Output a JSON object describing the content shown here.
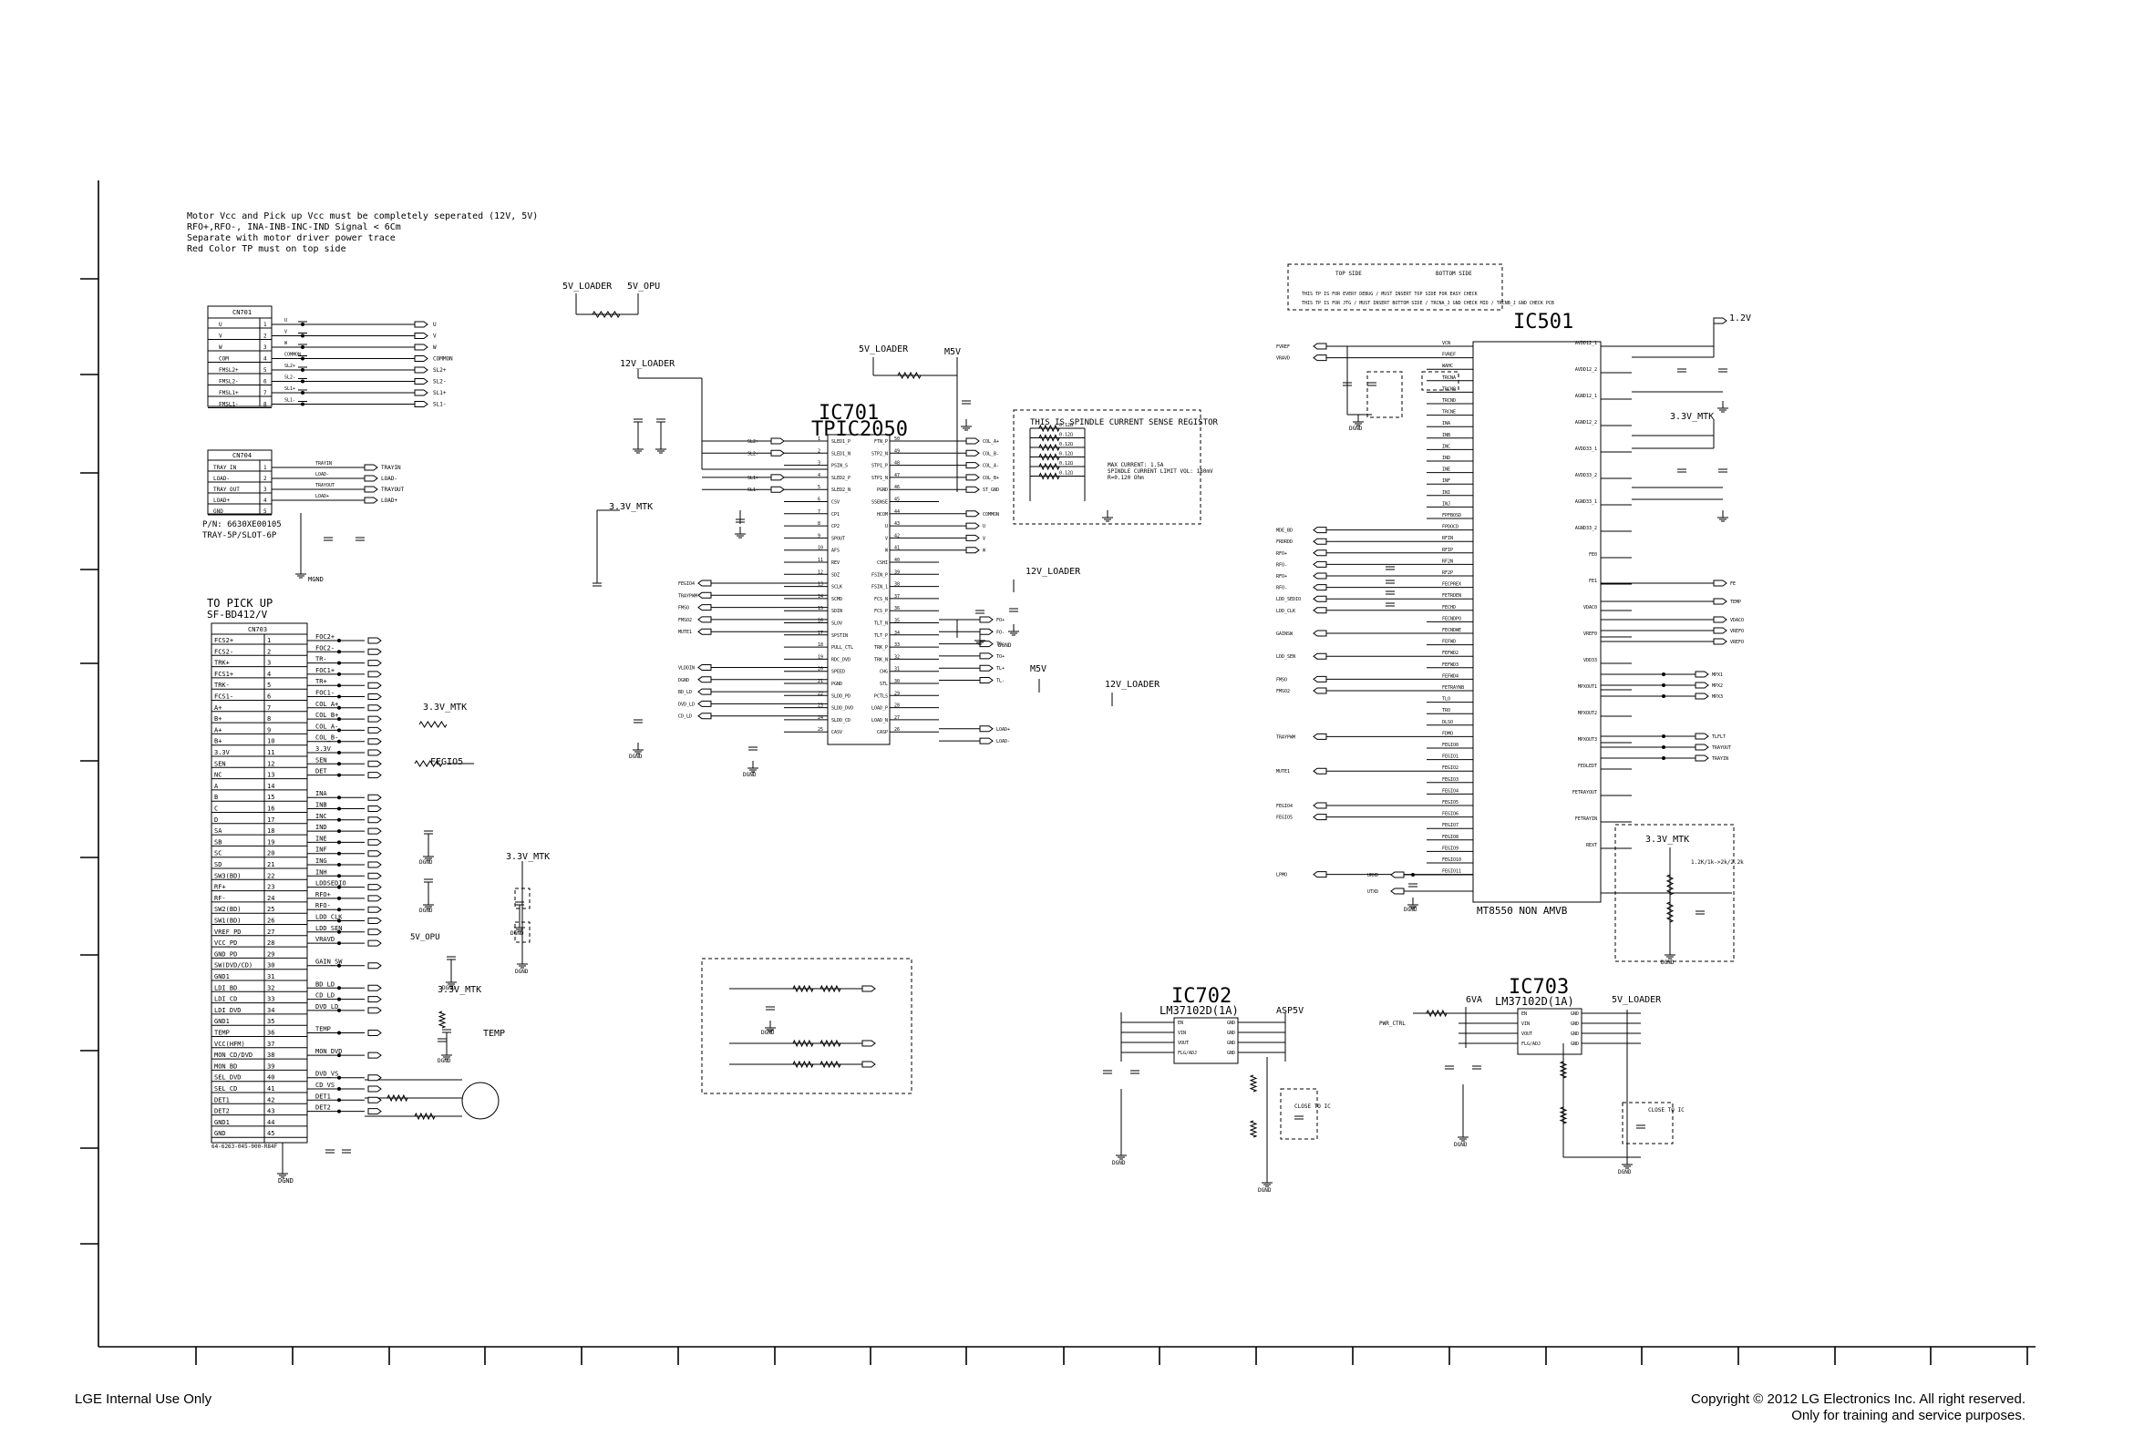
{
  "notes": [
    "Motor Vcc and Pick up Vcc must be completely seperated (12V, 5V)",
    "RFO+,RFO-, INA-INB-INC-IND Signal < 6Cm",
    "Separate with motor driver power trace",
    "Red Color TP must on top side"
  ],
  "rails": {
    "v5_loader": "5V_LOADER",
    "v5_opu": "5V_OPU",
    "v12_loader": "12V_LOADER",
    "v33_mtk": "3.3V_MTK",
    "m5v": "M5V",
    "v6a": "6VA",
    "asp5v": "ASP5V",
    "v1_2": "1.2V",
    "dgnd": "DGND",
    "mgnd": "MGND"
  },
  "connectors": {
    "cn701": {
      "ref": "CN701",
      "pins": [
        {
          "name": "U",
          "num": "1",
          "net": "U"
        },
        {
          "name": "V",
          "num": "2",
          "net": "V"
        },
        {
          "name": "W",
          "num": "3",
          "net": "W"
        },
        {
          "name": "COM",
          "num": "4",
          "net": "COMMON"
        },
        {
          "name": "FMSL2+",
          "num": "5",
          "net": "SL2+"
        },
        {
          "name": "FMSL2-",
          "num": "6",
          "net": "SL2-"
        },
        {
          "name": "FMSL1+",
          "num": "7",
          "net": "SL1+"
        },
        {
          "name": "FMSL1-",
          "num": "8",
          "net": "SL1-"
        }
      ]
    },
    "cn704": {
      "ref": "CN704",
      "pins": [
        {
          "name": "TRAY IN",
          "num": "1",
          "net": "TRAYIN"
        },
        {
          "name": "LOAD-",
          "num": "2",
          "net": "LOAD-"
        },
        {
          "name": "TRAY OUT",
          "num": "3",
          "net": "TRAYOUT"
        },
        {
          "name": "LOAD+",
          "num": "4",
          "net": "LOAD+"
        },
        {
          "name": "GND",
          "num": "5",
          "net": ""
        }
      ],
      "part": "P/N: 6630XE00105",
      "desc": "TRAY-5P/SLOT-6P"
    },
    "cn703": {
      "ref": "CN703",
      "title": "TO PICK UP",
      "model": "SF-BD412/V",
      "pins": [
        "FCS2+",
        "FCS2-",
        "TRK+",
        "FCS1+",
        "TRK-",
        "FCS1-",
        "A+",
        "B+",
        "A+",
        "B+",
        "3.3V",
        "SEN",
        "NC",
        "A",
        "B",
        "C",
        "D",
        "SA",
        "SB",
        "SC",
        "SD",
        "SW3(BD)",
        "RF+",
        "RF-",
        "SW2(BD)",
        "SW1(BD)",
        "VREF_PD",
        "VCC_PD",
        "GND_PD",
        "SW(DVD/CD)",
        "GND1",
        "LDI_BD",
        "LDI_CD",
        "LDI_DVD",
        "GND1",
        "TEMP",
        "VCC(HFM)",
        "MON_CD/DVD",
        "MON_BD",
        "SEL_DVD",
        "SEL_CD",
        "DET1",
        "DET2",
        "GND1",
        "GND"
      ]
    }
  },
  "ics": {
    "ic701": {
      "ref": "IC701",
      "part": "TPIC2050"
    },
    "ic501": {
      "ref": "IC501",
      "part": "MT8550 NON AMVB"
    },
    "ic702": {
      "ref": "IC702",
      "part": "LM37102D(1A)"
    },
    "ic703": {
      "ref": "IC703",
      "part": "LM37102D(1A)"
    }
  },
  "ic701_left_pins": [
    "SLED1_P",
    "SLED1_N",
    "PSIN_S",
    "SLED2_P",
    "SLED2_N",
    "CSV",
    "CP1",
    "CP2",
    "SPOUT",
    "AFS",
    "REV",
    "SDZ",
    "SCLK",
    "SCMD",
    "SDIN",
    "SLOV",
    "SPSTIN",
    "PULL_CTL",
    "RDC_DVD",
    "SPEED",
    "PGND",
    "SLDD_PD",
    "SLDD_DVD",
    "SLDD_CD",
    "CASV"
  ],
  "ic701_right_pins": [
    "FTN_P",
    "STP2_N",
    "STP1_P",
    "STP1_N",
    "PGND",
    "SSENSE",
    "HCOM",
    "U",
    "V",
    "W",
    "CSHI",
    "FSIN_P",
    "FSIN_1",
    "FCS_N",
    "FCS_P",
    "TLT_N",
    "TLT_P",
    "TRK_P",
    "TRK_N",
    "CHG",
    "STL",
    "PCTLS",
    "LOAD_P",
    "LOAD_N",
    "CASP"
  ],
  "ic501_left_pins": [
    "VCN",
    "FVREF",
    "WAHC",
    "TRCNA",
    "TRCNB",
    "TRCND",
    "TRCNE",
    "INA",
    "INB",
    "INC",
    "IND",
    "INE",
    "INF",
    "INI",
    "INJ",
    "FPFBOSD",
    "FPDOCD",
    "RFIN",
    "RFIP",
    "RF2N",
    "RF2P",
    "FECPREX",
    "FETRDEN",
    "FECHD",
    "FECNDPO",
    "FECNDWE",
    "FEFWD",
    "FEFWD2",
    "FEFWD3",
    "FEFWD4",
    "FETRAYNB",
    "TLO",
    "TRO",
    "DLSO",
    "FDMO",
    "FEGIO0",
    "FEGIO1",
    "FEGIO2",
    "FEGIO3",
    "FEGIO4",
    "FEGIO5",
    "FEGIO6",
    "FEGIO7",
    "FEGIO8",
    "FEGIO9",
    "FEGIO10",
    "FEGIO11"
  ],
  "ic501_right_pins": [
    "AVDD12_1",
    "AVDD12_2",
    "AGND12_1",
    "AGND12_2",
    "AVDD33_1",
    "AVDD33_2",
    "AGND33_1",
    "AGND33_2",
    "FE0",
    "FE1",
    "VDAC0",
    "VREF0",
    "VDD33",
    "MPXOUT1",
    "MPXOUT2",
    "MPXOUT3",
    "FEDLEDT",
    "FETRAYOUT",
    "FETRAYIN",
    "REXT"
  ],
  "labels": {
    "tp_top_side": "TOP SIDE",
    "tp_bottom_side": "BOTTOM SIDE",
    "tp_top_note": "THIS TP IS FOR EVERY DEBUG / MUST INSERT TOP SIDE FOR EASY CHECK",
    "tp_bottom_note": "THIS TP IS FOR JTG / MUST INSERT BOTTOM SIDE / TRCNA_J GND CHECK MID / TRCNB_J GND CHECK PCB",
    "spindle_box": "THIS IS SPINDLE CURRENT SENSE REGISTOR",
    "spindle_note1": "MAX CURRENT: 1.5A",
    "spindle_note2": "SPINDLE CURRENT LIMIT VOL: 180mV",
    "spindle_note3": "R=0.120 Ohm",
    "close_to_ic": "CLOSE TO IC",
    "temp": "TEMP",
    "fegio5": "FEGIO5",
    "r_bias": "1.2K/1k->2k/2.2k",
    "pwr_ctrl": "PWR_CTRL",
    "footer_left": "LGE Internal Use Only",
    "footer_right1": "Copyright © 2012 LG Electronics Inc. All right reserved.",
    "footer_right2": "Only for training and service purposes.",
    "part_code": "64-6263-045-000-R84F"
  }
}
